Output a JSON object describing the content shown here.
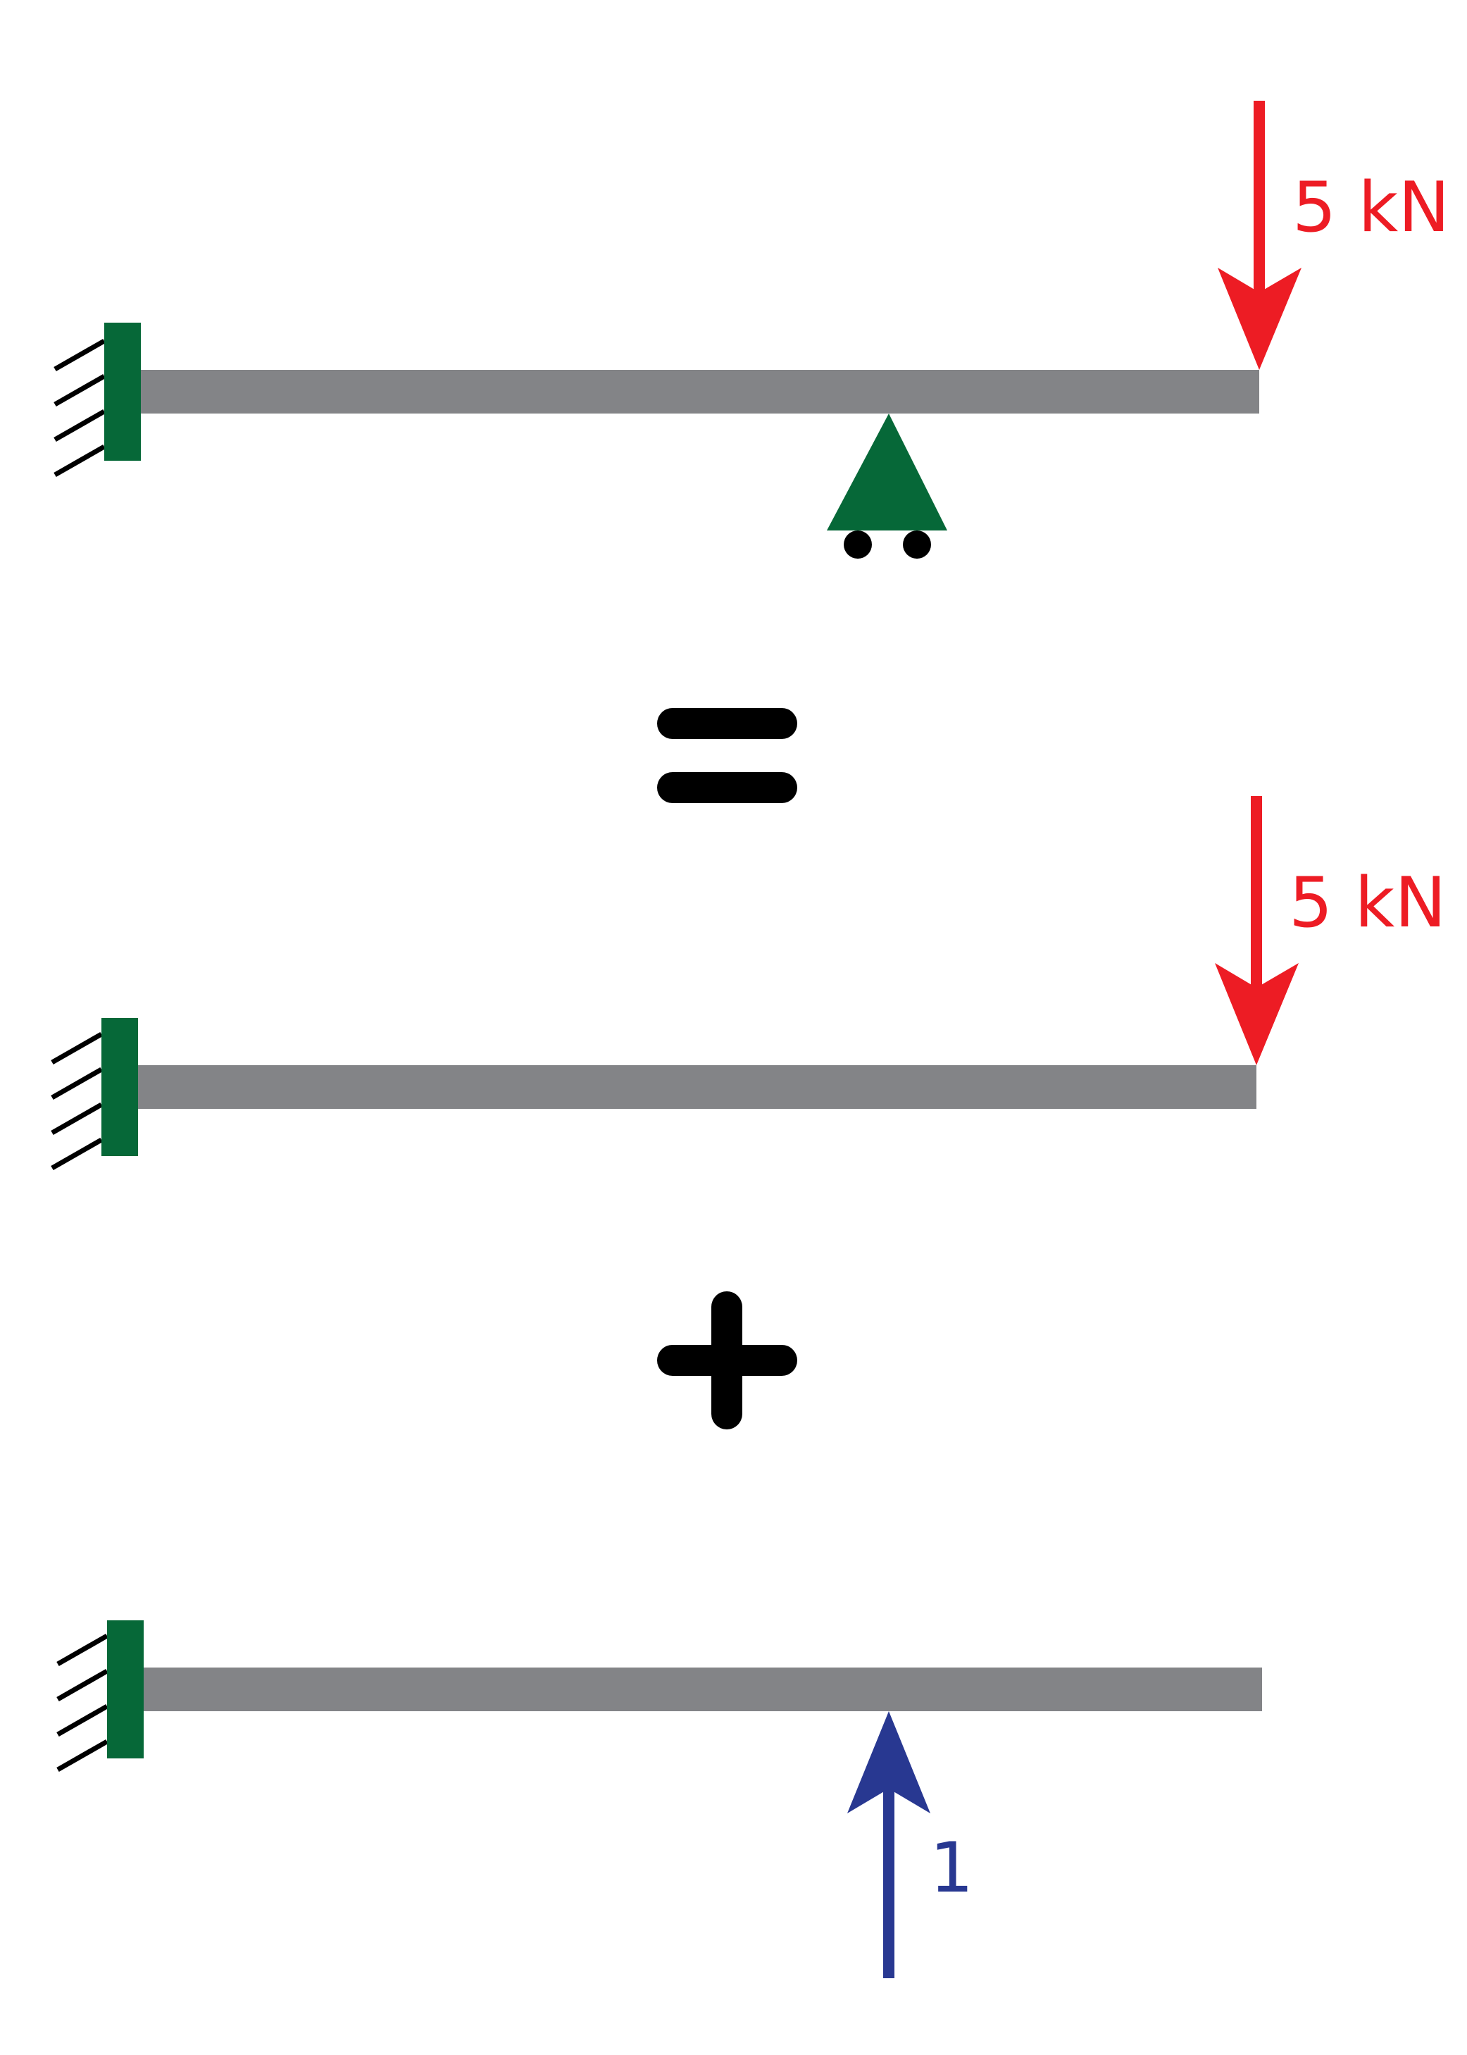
{
  "colors": {
    "beam": "#838487",
    "support": "#066838",
    "load": "#ed1c24",
    "unit_force": "#283891",
    "hatch": "#000000",
    "operator": "#000000",
    "background": "#ffffff"
  },
  "icons": [
    "fixed-support-icon",
    "roller-support-icon",
    "downward-force-arrow-icon",
    "upward-force-arrow-icon",
    "equals-sign-icon",
    "plus-sign-icon"
  ],
  "panels": [
    {
      "name": "original-beam",
      "fixed_support": "left",
      "roller_support": "midspan",
      "load": {
        "label": "5 kN",
        "direction": "down",
        "position": "free-end"
      }
    },
    {
      "name": "primary-structure",
      "fixed_support": "left",
      "load": {
        "label": "5 kN",
        "direction": "down",
        "position": "free-end"
      }
    },
    {
      "name": "redundant-structure",
      "fixed_support": "left",
      "unit_load": {
        "label": "1",
        "direction": "up",
        "position": "midspan"
      }
    }
  ],
  "operators": {
    "equals": "equals",
    "plus": "plus"
  }
}
